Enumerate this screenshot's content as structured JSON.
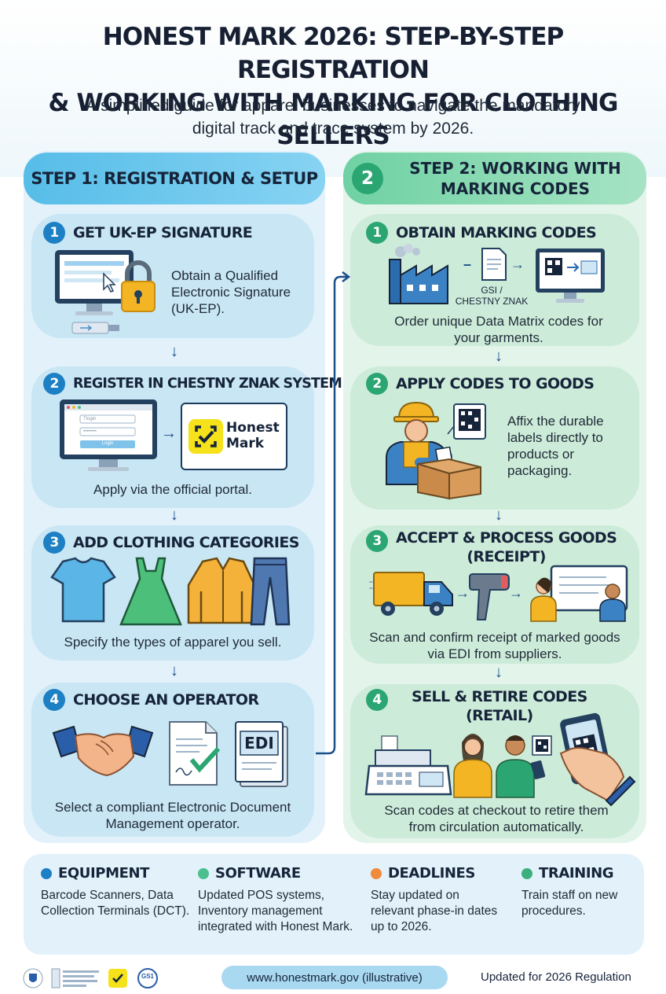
{
  "header": {
    "title_line1": "HONEST MARK 2026: STEP-BY-STEP REGISTRATION",
    "title_line2": "& WORKING WITH MARKING FOR CLOTHING SELLERS",
    "subtitle": "A simplified guide for apparel businesses to navigate the mandatory digital track and trace system by 2026."
  },
  "step1": {
    "heading": "STEP 1: REGISTRATION & SETUP",
    "cards": [
      {
        "num": "1",
        "title": "GET UK-EP SIGNATURE",
        "text": "Obtain a Qualified Electronic Signature (UK-EP)."
      },
      {
        "num": "2",
        "title": "REGISTER IN CHESTNY ZNAK SYSTEM",
        "text": "Apply via the official portal.",
        "login_button": "Login",
        "login_field": "Tlogin",
        "password_field": "••••••••",
        "brand_line1": "Honest",
        "brand_line2": "Mark"
      },
      {
        "num": "3",
        "title": "ADD CLOTHING CATEGORIES",
        "text": "Specify the types of apparel you sell."
      },
      {
        "num": "4",
        "title": "CHOOSE AN OPERATOR",
        "text": "Select a compliant Electronic Document Management operator.",
        "doc_label": "EDI"
      }
    ]
  },
  "step2": {
    "num": "2",
    "heading_line1": "STEP 2: WORKING WITH",
    "heading_line2": "MARKING CODES",
    "cards": [
      {
        "num": "1",
        "title": "OBTAIN MARKING CODES",
        "text": "Order unique Data Matrix codes for your garments.",
        "source_line1": "GSI /",
        "source_line2": "CHESTNY ZNAK"
      },
      {
        "num": "2",
        "title": "APPLY CODES TO GOODS",
        "text": "Affix the durable labels directly to products or packaging."
      },
      {
        "num": "3",
        "title_line1": "ACCEPT & PROCESS GOODS",
        "title_line2": "(RECEIPT)",
        "text": "Scan and confirm receipt of marked goods via EDI from suppliers."
      },
      {
        "num": "4",
        "title_line1": "SELL & RETIRE CODES",
        "title_line2": "(RETAIL)",
        "text": "Scan codes at checkout to retire them from circulation automatically."
      }
    ]
  },
  "footer": {
    "items": [
      {
        "title": "EQUIPMENT",
        "text": "Barcode Scanners, Data Collection Terminals (DCT).",
        "color": "#1d7fc4"
      },
      {
        "title": "SOFTWARE",
        "text": "Updated POS systems, Inventory management integrated with Honest Mark.",
        "color": "#4cbf8e"
      },
      {
        "title": "DEADLINES",
        "text": "Stay updated on relevant phase-in dates up to 2026.",
        "color": "#f08a3c"
      },
      {
        "title": "TRAINING",
        "text": "Train staff on new procedures.",
        "color": "#3bb07c"
      }
    ],
    "url": "www.honestmark.gov (illustrative)",
    "updated": "Updated for 2026 Regulation",
    "gs1_logo": "GS1"
  },
  "colors": {
    "step1_bg": "#e2f1fa",
    "step1_card": "#c9e6f5",
    "step1_accent": "#1d7fc4",
    "step2_bg": "#e3f4ea",
    "step2_card": "#cdebd9",
    "step2_accent": "#2ba673",
    "brand_yellow": "#f5e21b"
  }
}
